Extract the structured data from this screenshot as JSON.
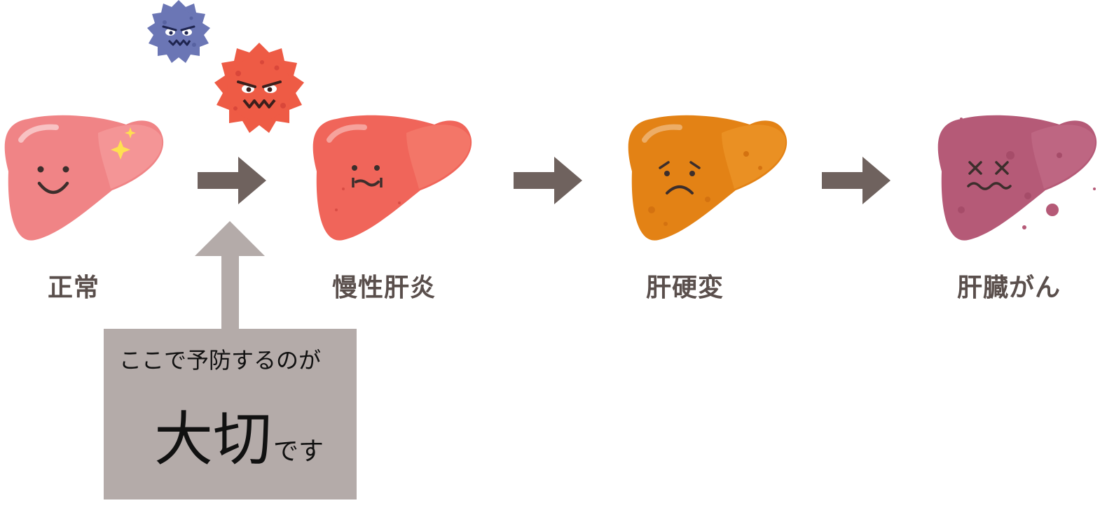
{
  "stages": [
    {
      "label": "正常",
      "color": "#f08486"
    },
    {
      "label": "慢性肝炎",
      "color": "#f0655a"
    },
    {
      "label": "肝硬変",
      "color": "#e38215"
    },
    {
      "label": "肝臓がん",
      "color": "#b55a77"
    }
  ],
  "callout": {
    "line1": "ここで予防するのが",
    "emphasis": "大切",
    "tail": "です"
  },
  "colors": {
    "arrow": "#6f625e",
    "callout_bg": "#b4aba9",
    "label_text": "#5a4f4c",
    "virus_blue": "#6b76b5",
    "virus_red": "#ee5b45"
  },
  "icons": [
    "liver-normal-icon",
    "liver-hepatitis-icon",
    "liver-cirrhosis-icon",
    "liver-cancer-icon",
    "virus-blue-icon",
    "virus-red-icon",
    "arrow-right-icon",
    "arrow-up-icon"
  ]
}
